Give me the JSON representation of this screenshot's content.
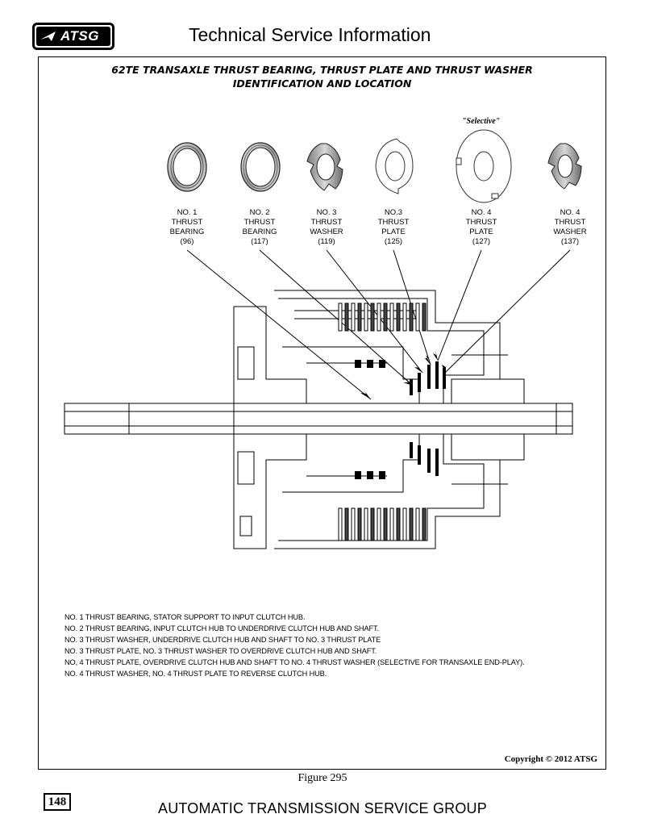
{
  "header": {
    "logo_text": "ATSG",
    "title": "Technical Service Information"
  },
  "figure": {
    "title_line1": "62TE TRANSAXLE THRUST BEARING, THRUST PLATE AND THRUST WASHER",
    "title_line2": "IDENTIFICATION AND LOCATION",
    "selective_note": "\"Selective\"",
    "parts": [
      {
        "lines": [
          "NO. 1",
          "THRUST",
          "BEARING",
          "(96)"
        ]
      },
      {
        "lines": [
          "NO. 2",
          "THRUST",
          "BEARING",
          "(117)"
        ]
      },
      {
        "lines": [
          "NO. 3",
          "THRUST",
          "WASHER",
          "(119)"
        ]
      },
      {
        "lines": [
          "NO.3",
          "THRUST",
          "PLATE",
          "(125)"
        ]
      },
      {
        "lines": [
          "NO. 4",
          "THRUST",
          "PLATE",
          "(127)"
        ]
      },
      {
        "lines": [
          "NO. 4",
          "THRUST",
          "WASHER",
          "(137)"
        ]
      }
    ],
    "descriptions": [
      "NO. 1 THRUST BEARING,  STATOR SUPPORT TO INPUT CLUTCH HUB.",
      "NO. 2 THRUST BEARING,  INPUT CLUTCH HUB TO UNDERDRIVE CLUTCH HUB AND SHAFT.",
      "NO. 3 THRUST WASHER,  UNDERDRIVE CLUTCH HUB AND SHAFT TO NO. 3 THRUST PLATE",
      "NO. 3 THRUST PLATE,  NO. 3 THRUST WASHER TO OVERDRIVE CLUTCH HUB AND SHAFT.",
      "NO, 4 THRUST PLATE,  OVERDRIVE CLUTCH HUB AND SHAFT TO NO. 4 THRUST WASHER  (SELECTIVE FOR TRANSAXLE END-PLAY).",
      "NO. 4 THRUST WASHER,  NO. 4 THRUST PLATE TO REVERSE CLUTCH HUB."
    ],
    "copyright": "Copyright © 2012 ATSG",
    "caption": "Figure 295"
  },
  "footer": {
    "page_number": "148",
    "org": "AUTOMATIC TRANSMISSION SERVICE GROUP"
  }
}
